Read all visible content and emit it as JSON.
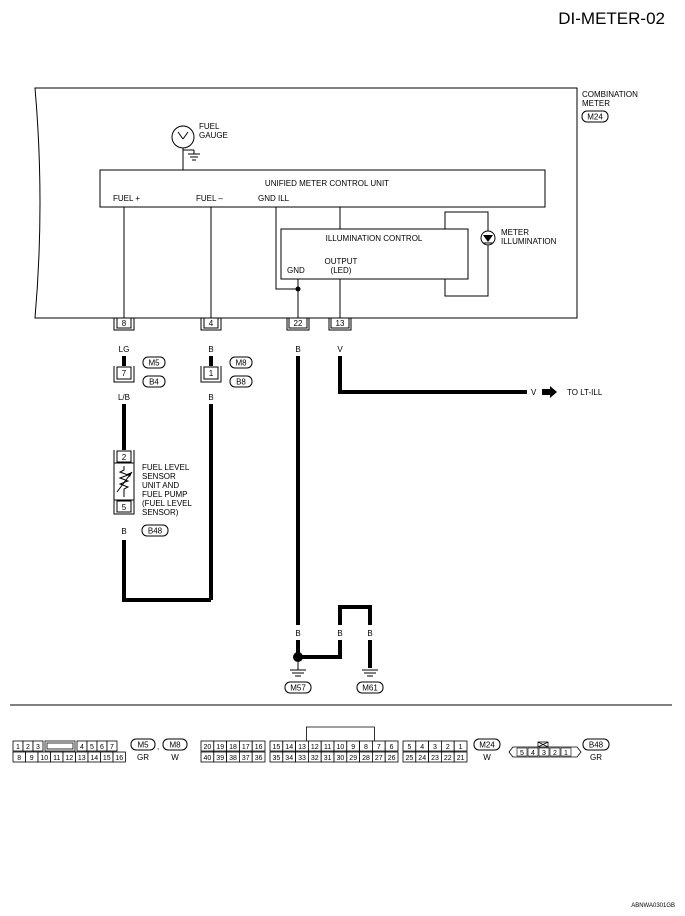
{
  "header": {
    "title": "DI-METER-02"
  },
  "meter": {
    "name_line1": "COMBINATION",
    "name_line2": "METER",
    "connector": "M24",
    "unit_title": "UNIFIED METER CONTROL UNIT",
    "fuel_plus": "FUEL +",
    "fuel_minus": "FUEL –",
    "gnd_ill": "GND ILL",
    "gauge_line1": "FUEL",
    "gauge_line2": "GAUGE",
    "illum_control": "ILLUMINATION CONTROL",
    "illum_gnd": "GND",
    "output_line1": "OUTPUT",
    "output_line2": "(LED)",
    "meter_illum_line1": "METER",
    "meter_illum_line2": "ILLUMINATION"
  },
  "terminals": {
    "t8": "8",
    "t4": "4",
    "t22": "22",
    "t13": "13"
  },
  "wires": {
    "w1": "LG",
    "w2": "B",
    "w3": "B",
    "w4": "V",
    "w5": "L/B",
    "w6": "B",
    "w7": "B",
    "w8": "V",
    "w9": "B",
    "w10": "B",
    "w11": "B"
  },
  "joints": {
    "j1_pin": "7",
    "j1_top": "M5",
    "j1_bot": "B4",
    "j2_pin": "1",
    "j2_top": "M8",
    "j2_bot": "B8"
  },
  "to_lt_ill": "TO LT-ILL",
  "sensor": {
    "pin_top": "2",
    "pin_bot": "5",
    "connector": "B48",
    "lines": [
      "FUEL LEVEL",
      "SENSOR",
      "UNIT AND",
      "FUEL PUMP",
      "(FUEL LEVEL",
      "SENSOR)"
    ]
  },
  "grounds": {
    "g1": "M57",
    "g2": "M61"
  },
  "connectors": {
    "c1": {
      "row1": [
        "1",
        "2",
        "3",
        "",
        "4",
        "5",
        "6",
        "7"
      ],
      "row2": [
        "8",
        "9",
        "10",
        "11",
        "12",
        "13",
        "14",
        "15",
        "16"
      ],
      "id1": "M5",
      "sep": ",",
      "id2": "M8",
      "color1": "GR",
      "color2": "W"
    },
    "c2": {
      "row1": [
        "20",
        "19",
        "18",
        "17",
        "16",
        "15",
        "14",
        "13",
        "12",
        "11",
        "10",
        "9",
        "8",
        "7",
        "6",
        "5",
        "4",
        "3",
        "2",
        "1"
      ],
      "row2": [
        "40",
        "39",
        "38",
        "37",
        "36",
        "35",
        "34",
        "33",
        "32",
        "31",
        "30",
        "29",
        "28",
        "27",
        "26",
        "25",
        "24",
        "23",
        "22",
        "21"
      ],
      "id": "M24",
      "color": "W"
    },
    "c3": {
      "pins": [
        "5",
        "4",
        "3",
        "2",
        "1"
      ],
      "id": "B48",
      "color": "GR"
    }
  },
  "footer": {
    "code": "ABNWA0301GB"
  }
}
